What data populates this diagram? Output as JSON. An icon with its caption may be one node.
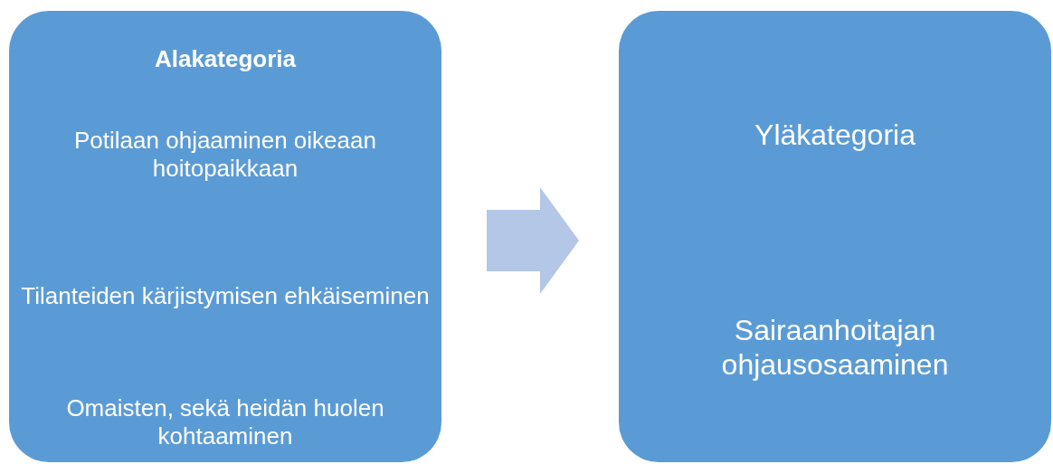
{
  "diagram": {
    "nodes": [
      {
        "text": [
          "Alakategoria",
          "Potilaan ohjaaminen oikeaan hoitopaikkaan",
          "Tilanteiden kärjistymisen ehkäiseminen",
          "Omaisten, sekä heidän huolen kohtaaminen"
        ]
      },
      {
        "text": [
          "Yläkategoria",
          "Sairaanhoitajan ohjausosaaminen"
        ]
      }
    ],
    "edges": [
      {
        "from": 0,
        "to": 1,
        "arrow": "to"
      }
    ]
  }
}
